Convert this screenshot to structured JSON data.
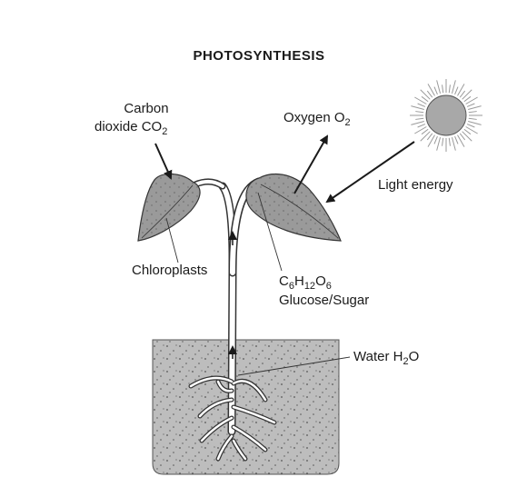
{
  "title": "PHOTOSYNTHESIS",
  "labels": {
    "carbon_line1": "Carbon",
    "carbon_line2": "dioxide CO",
    "carbon_sub": "2",
    "oxygen": "Oxygen O",
    "oxygen_sub": "2",
    "light": "Light energy",
    "chloroplasts": "Chloroplasts",
    "glucose_c": "C",
    "glucose_c_sub": "6",
    "glucose_h": "H",
    "glucose_h_sub": "12",
    "glucose_o": "O",
    "glucose_o_sub": "6",
    "glucose_line2": "Glucose/Sugar",
    "water": "Water H",
    "water_sub": "2",
    "water_tail": "O"
  },
  "colors": {
    "soil": "#bdbdbd",
    "leaf": "#9a9a9a",
    "sun": "#a8a8a8",
    "ink": "#1a1a1a"
  }
}
